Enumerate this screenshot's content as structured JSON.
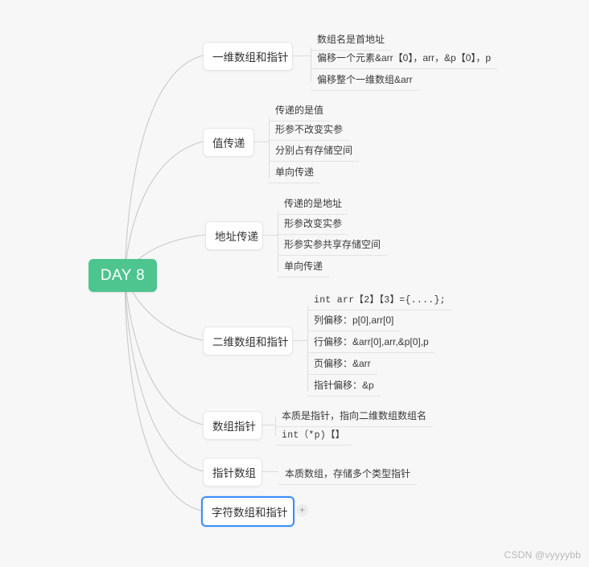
{
  "canvas": {
    "background": "#f7f7f7",
    "edge_color": "#c9c9c9"
  },
  "root": {
    "label": "DAY 8",
    "color": "#4ec48f",
    "text_color": "#ffffff"
  },
  "selection": {
    "border_color": "#3d8ef7",
    "node": "字符数组和指针"
  },
  "add_button": {
    "label": "+"
  },
  "watermark": {
    "text": "CSDN @vyyyybb"
  },
  "branches": [
    {
      "label": "一维数组和指针",
      "children": [
        {
          "text": "数组名是首地址",
          "mono": false
        },
        {
          "text": "偏移一个元素&arr【0】，arr，&p【0】，p",
          "mono": false
        },
        {
          "text": "偏移整个一维数组&arr",
          "mono": false
        }
      ]
    },
    {
      "label": "值传递",
      "children": [
        {
          "text": "传递的是值",
          "mono": false
        },
        {
          "text": "形参不改变实参",
          "mono": false
        },
        {
          "text": "分别占有存储空间",
          "mono": false
        },
        {
          "text": "单向传递",
          "mono": false
        }
      ]
    },
    {
      "label": "地址传递",
      "children": [
        {
          "text": "传递的是地址",
          "mono": false
        },
        {
          "text": "形参改变实参",
          "mono": false
        },
        {
          "text": "形参实参共享存储空间",
          "mono": false
        },
        {
          "text": "单向传递",
          "mono": false
        }
      ]
    },
    {
      "label": "二维数组和指针",
      "children": [
        {
          "text": "int arr【2】【3】={....};",
          "mono": true
        },
        {
          "text": "列偏移：p[0],arr[0]",
          "mono": false
        },
        {
          "text": "行偏移：&arr[0],arr,&p[0],p",
          "mono": false
        },
        {
          "text": "页偏移：&arr",
          "mono": false
        },
        {
          "text": "指针偏移：&p",
          "mono": false
        }
      ]
    },
    {
      "label": "数组指针",
      "children": [
        {
          "text": "本质是指针，指向二维数组数组名",
          "mono": false
        },
        {
          "text": "int（*p)【】",
          "mono": true
        }
      ]
    },
    {
      "label": "指针数组",
      "children": [
        {
          "text": "本质数组，存储多个类型指针",
          "mono": false
        }
      ]
    },
    {
      "label": "字符数组和指针",
      "children": []
    }
  ]
}
